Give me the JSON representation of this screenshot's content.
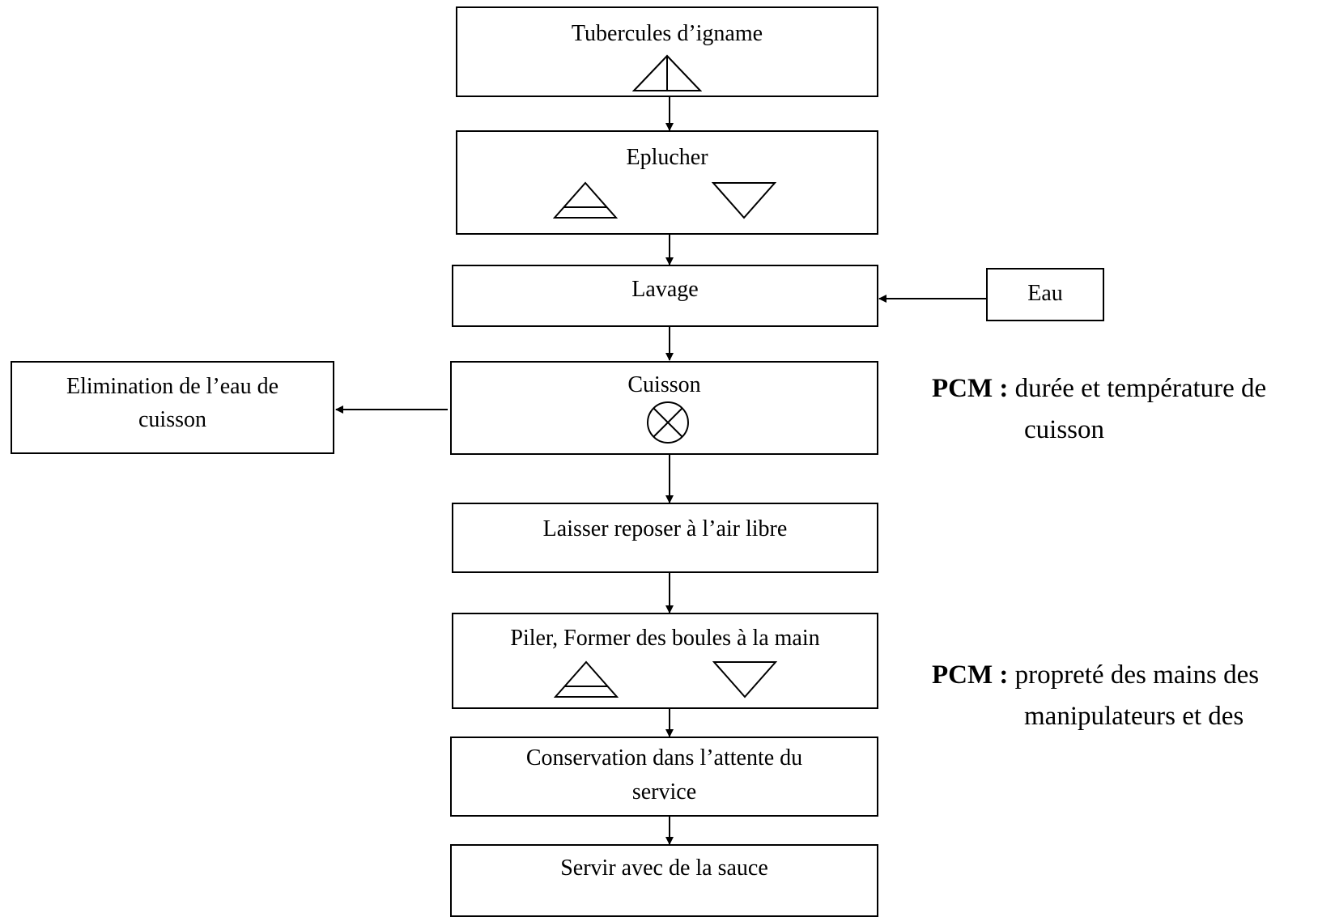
{
  "steps": {
    "tubercules": "Tubercules d’igname",
    "eplucher": "Eplucher",
    "lavage": "Lavage",
    "cuisson": "Cuisson",
    "reposer": "Laisser reposer à l’air libre",
    "piler": "Piler, Former des boules à la main",
    "conservation_line1": "Conservation dans l’attente du",
    "conservation_line2": "service",
    "servir": "Servir avec de la sauce"
  },
  "inputs": {
    "eau": "Eau"
  },
  "outputs": {
    "elimination_line1": "Elimination de l’eau de",
    "elimination_line2": "cuisson"
  },
  "pcm": {
    "label": "PCM :",
    "cuisson_line1": "durée et température de",
    "cuisson_line2": "cuisson",
    "piler_line1": "propreté des mains des",
    "piler_line2": "manipulateurs et des"
  },
  "symbols": [
    {
      "step": "tubercules",
      "icons": [
        "triangle-split-icon"
      ]
    },
    {
      "step": "eplucher",
      "icons": [
        "triangle-bar-icon",
        "inverted-triangle-icon"
      ]
    },
    {
      "step": "cuisson",
      "icons": [
        "circled-x-icon"
      ]
    },
    {
      "step": "piler",
      "icons": [
        "triangle-bar-icon",
        "inverted-triangle-icon"
      ]
    }
  ]
}
